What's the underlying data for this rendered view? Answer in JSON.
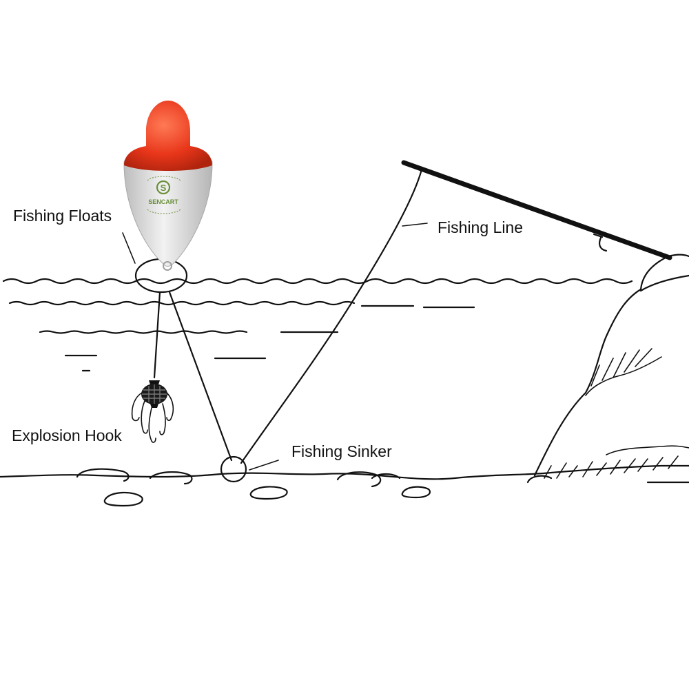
{
  "labels": {
    "fishing_floats": "Fishing Floats",
    "fishing_line": "Fishing Line",
    "explosion_hook": "Explosion Hook",
    "fishing_sinker": "Fishing Sinker"
  },
  "float_branding": {
    "brand": "SENCART"
  },
  "colors": {
    "float_cap": "#e8361a",
    "float_body": "#dcdcdc",
    "float_logo": "#6a8f3a",
    "ink": "#111111"
  }
}
